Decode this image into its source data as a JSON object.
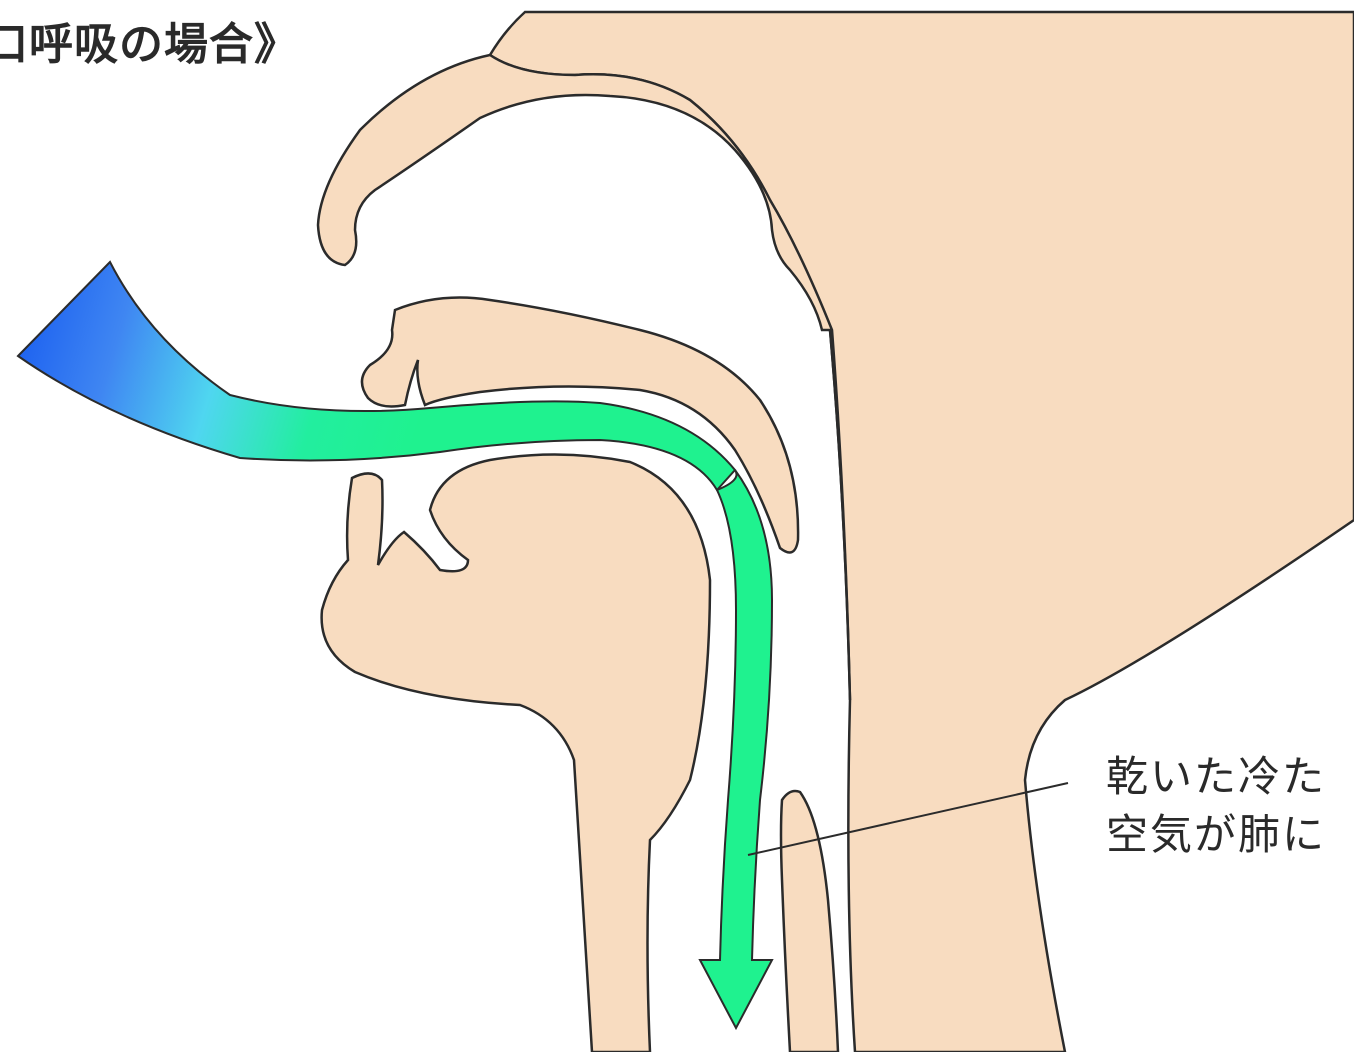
{
  "title": "口呼吸の場合》",
  "caption": {
    "line1": "乾いた冷た",
    "line2": "空気が肺に"
  },
  "colors": {
    "skin": "#f8dcc0",
    "outline": "#2b2b2b",
    "airflow_start": "#1a5ef0",
    "airflow_mid": "#4fd6f0",
    "airflow_end": "#1ff28f"
  }
}
